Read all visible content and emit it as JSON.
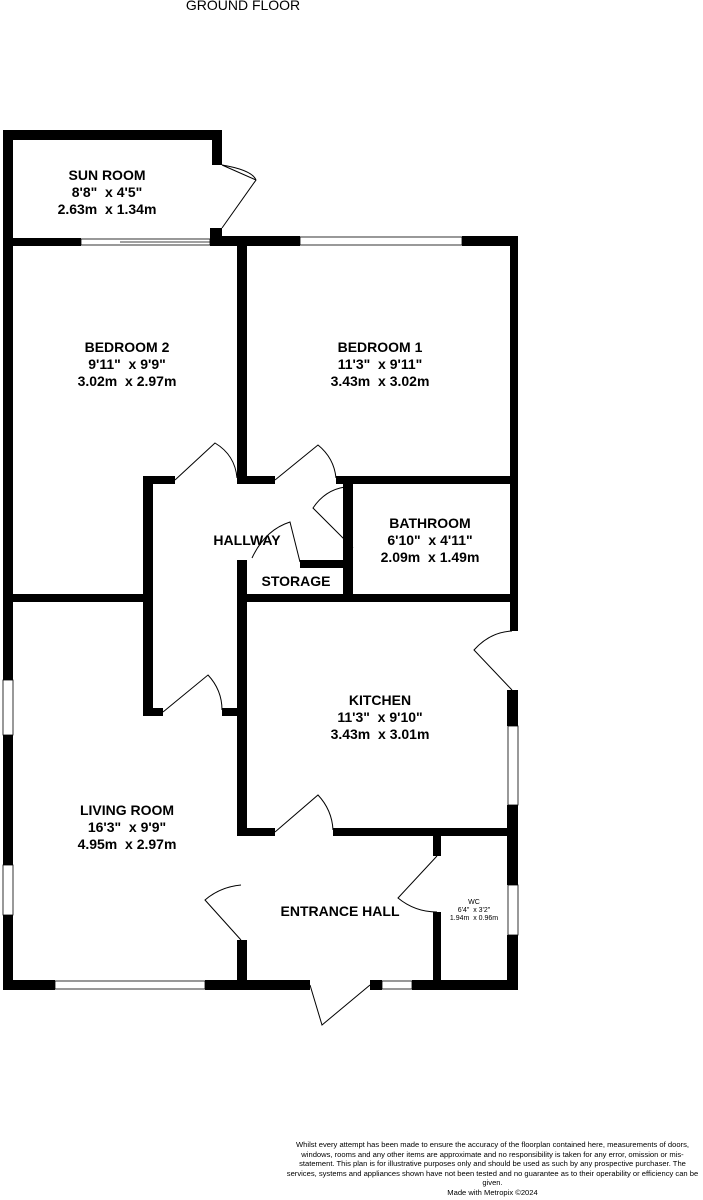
{
  "title": "GROUND FLOOR",
  "rooms": [
    {
      "name": "SUN ROOM",
      "imperial": "8'8\"  x 4'5\"",
      "metric": "2.63m  x 1.34m"
    },
    {
      "name": "BEDROOM 2",
      "imperial": "9'11\"  x 9'9\"",
      "metric": "3.02m  x 2.97m"
    },
    {
      "name": "BEDROOM 1",
      "imperial": "11'3\"  x 9'11\"",
      "metric": "3.43m  x 3.02m"
    },
    {
      "name": "BATHROOM",
      "imperial": "6'10\"  x 4'11\"",
      "metric": "2.09m  x 1.49m"
    },
    {
      "name": "HALLWAY"
    },
    {
      "name": "STORAGE"
    },
    {
      "name": "KITCHEN",
      "imperial": "11'3\"  x 9'10\"",
      "metric": "3.43m  x 3.01m"
    },
    {
      "name": "LIVING ROOM",
      "imperial": "16'3\"  x 9'9\"",
      "metric": "4.95m  x 2.97m"
    },
    {
      "name": "ENTRANCE HALL"
    },
    {
      "name": "WC",
      "imperial": "6'4\"  x 3'2\"",
      "metric": "1.94m  x 0.96m"
    }
  ],
  "disclaimer": "Whilst every attempt has been made to ensure the accuracy of the floorplan contained here, measurements of doors, windows, rooms and any other items are approximate and no responsibility is taken for any error, omission or mis-statement. This plan is for illustrative purposes only and should be used as such by any prospective purchaser. The services, systems and appliances shown have not been tested and no guarantee as to their operability or efficiency can be given.",
  "credit": "Made with Metropix ©2024"
}
